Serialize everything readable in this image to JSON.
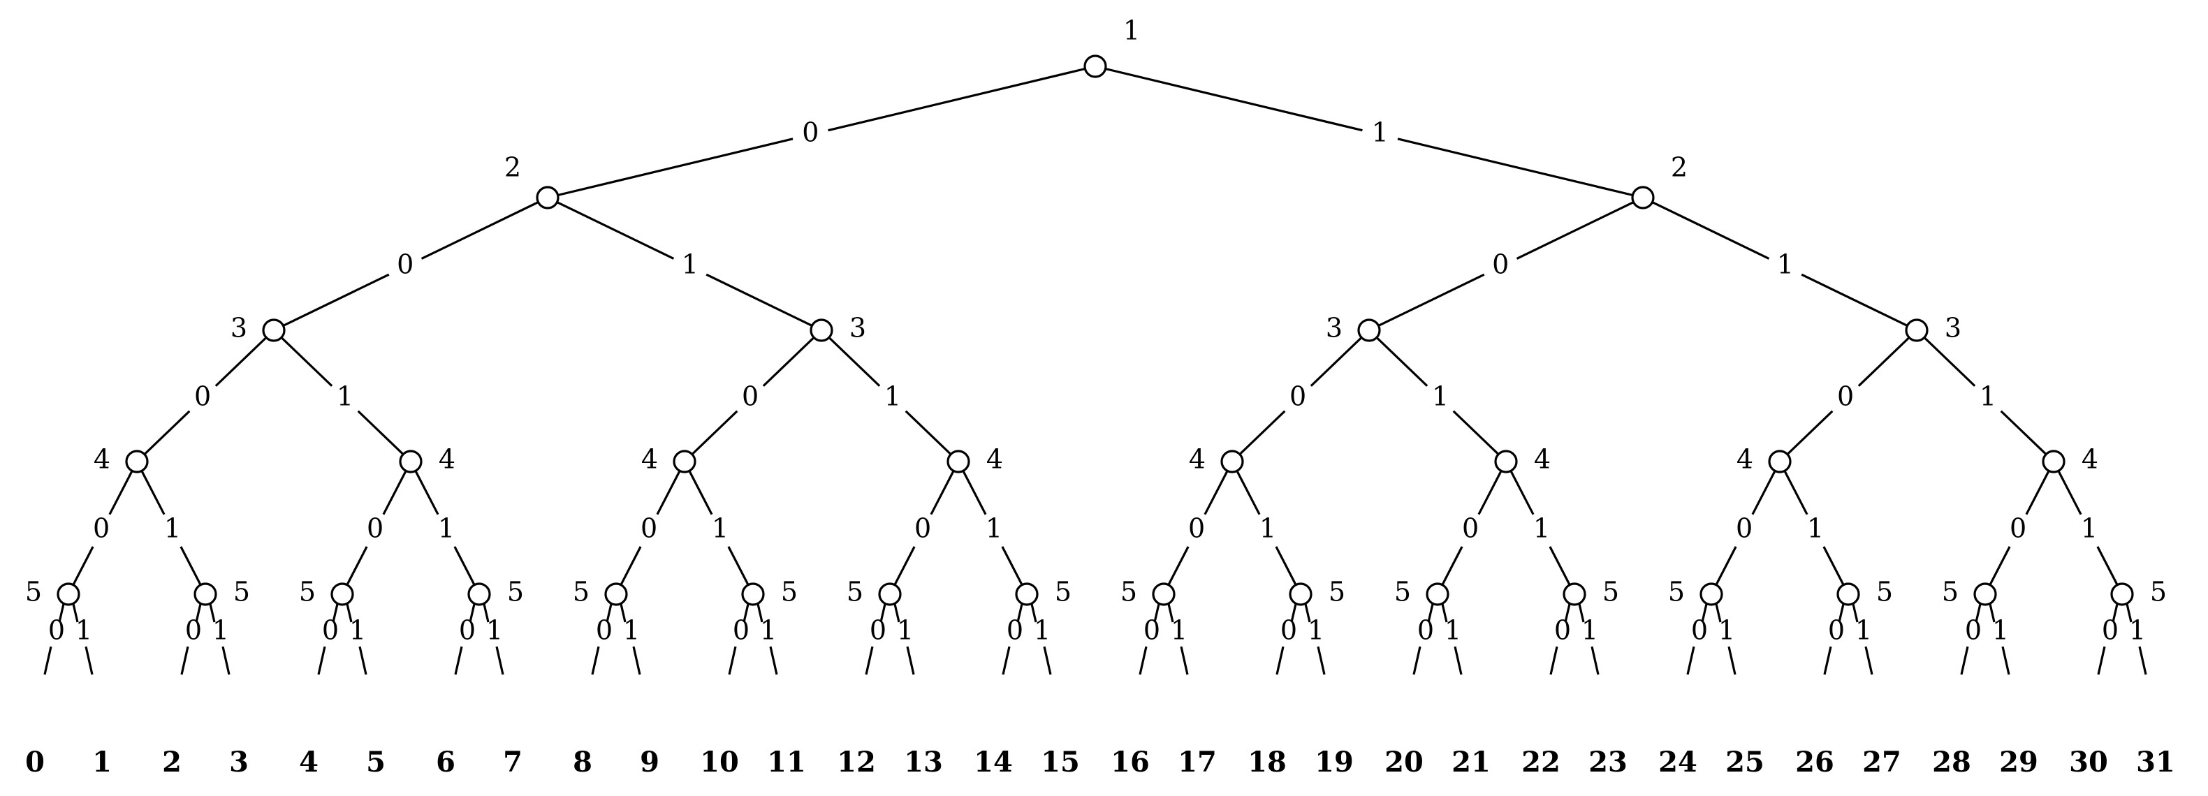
{
  "diagram": {
    "type": "binary-tree",
    "depth": 5,
    "level_labels": [
      "1",
      "2",
      "3",
      "4",
      "5"
    ],
    "edge_labels": [
      "0",
      "1"
    ],
    "leaf_labels": [
      "0",
      "1",
      "2",
      "3",
      "4",
      "5",
      "6",
      "7",
      "8",
      "9",
      "10",
      "11",
      "12",
      "13",
      "14",
      "15",
      "16",
      "17",
      "18",
      "19",
      "20",
      "21",
      "22",
      "23",
      "24",
      "25",
      "26",
      "27",
      "28",
      "29",
      "30",
      "31"
    ]
  }
}
